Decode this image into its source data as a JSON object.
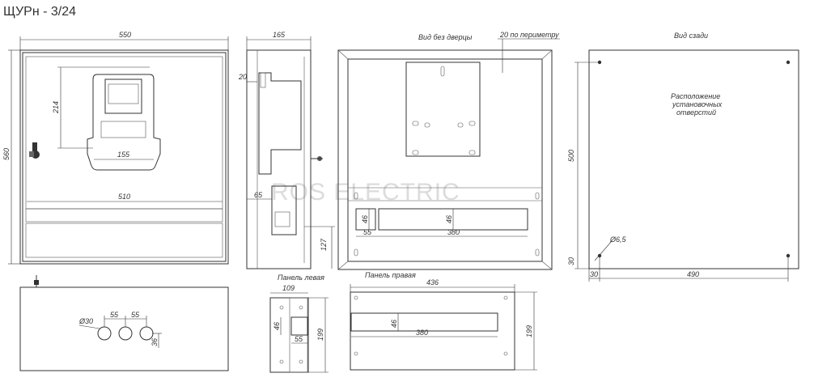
{
  "title": "ЩУРн - 3/24",
  "watermark": "ROS ELECTRIC",
  "views": {
    "front": {
      "dims": {
        "width": "550",
        "height": "560",
        "meter_h": "214",
        "meter_w": "155",
        "inner_w": "510"
      }
    },
    "side": {
      "dims": {
        "depth": "165",
        "flange": "20",
        "offset": "65",
        "lower_h": "127"
      }
    },
    "no_door": {
      "label": "Вид без дверцы",
      "note": "20  по периметру",
      "dims": {
        "rail_h1": "46",
        "rail_h2": "46",
        "rail_off": "55",
        "rail_w": "380"
      }
    },
    "rear": {
      "label": "Вид сзади",
      "note_lines": [
        "Расположение",
        "установочных",
        "отверстий"
      ],
      "dims": {
        "height": "500",
        "hole": "Ø6,5",
        "bottom": "30",
        "left": "30",
        "width": "490"
      }
    },
    "bottom": {
      "dims": {
        "hole": "Ø30",
        "pitch1": "55",
        "pitch2": "55",
        "edge": "36"
      }
    },
    "panel_left": {
      "label": "Панель левая",
      "dims": {
        "width": "109",
        "h": "46",
        "w": "55",
        "height": "199"
      }
    },
    "panel_right": {
      "label": "Панель правая",
      "dims": {
        "width": "436",
        "h": "46",
        "w": "380",
        "height": "199"
      }
    }
  }
}
